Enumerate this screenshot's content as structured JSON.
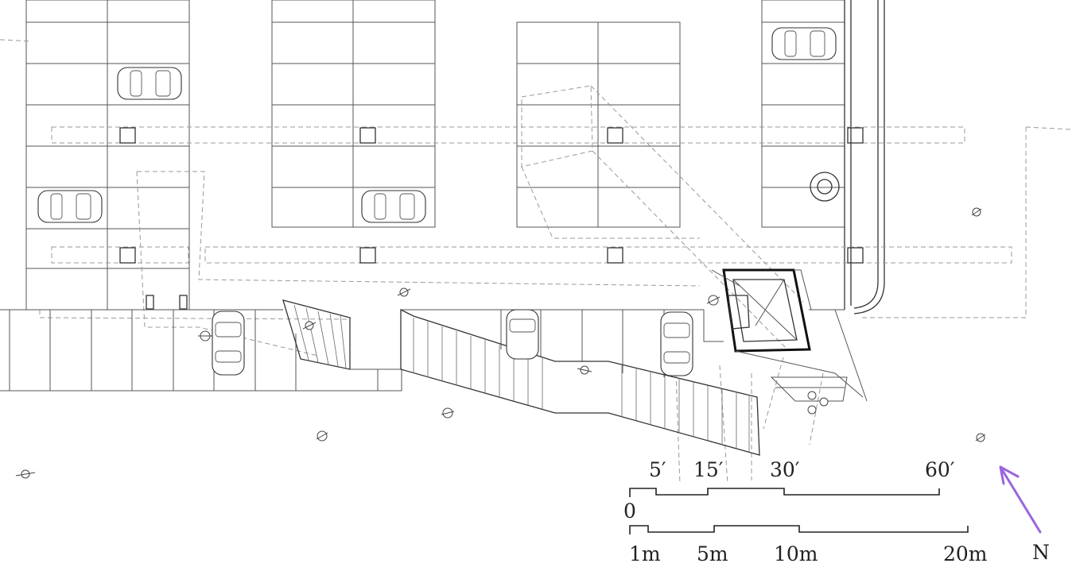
{
  "scale_bar": {
    "imperial_labels": [
      "5′",
      "15′",
      "30′",
      "60′"
    ],
    "zero_label": "0",
    "metric_labels": [
      "1m",
      "5m",
      "10m",
      "20m"
    ]
  },
  "north_arrow": {
    "label": "N",
    "color": "#9966dd"
  }
}
